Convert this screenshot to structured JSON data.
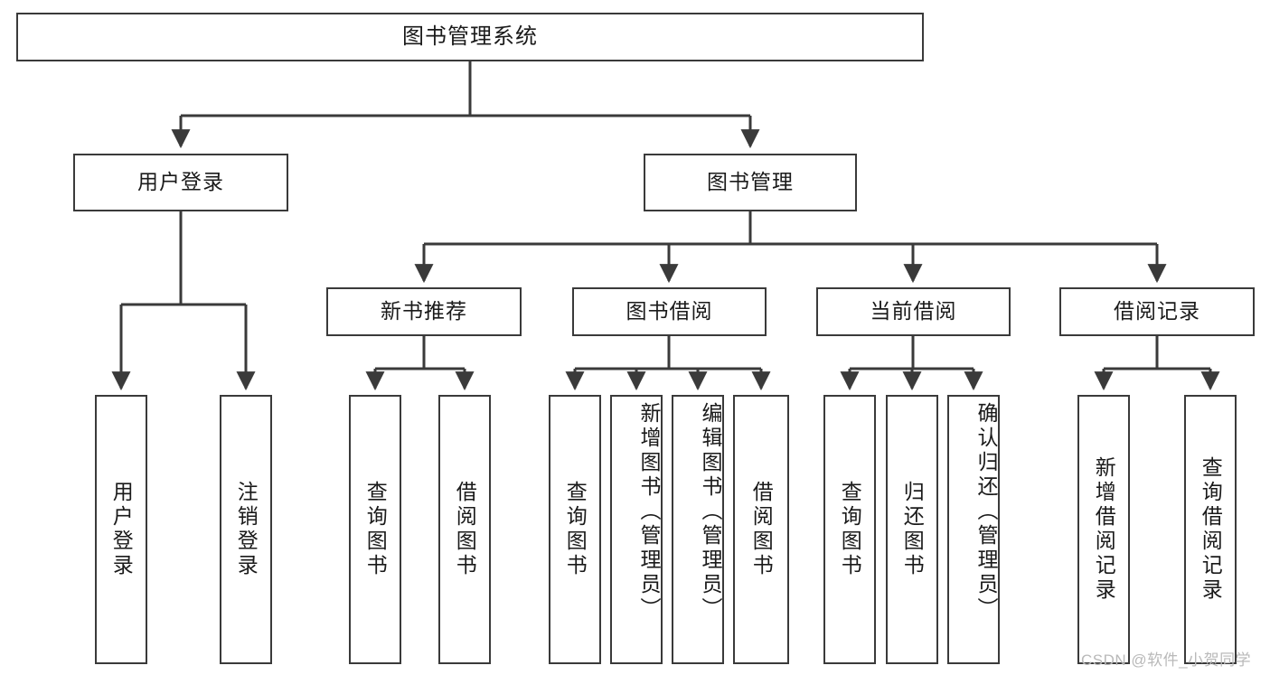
{
  "diagram": {
    "title": "图书管理系统",
    "type": "tree-hierarchy-chart",
    "watermark": "CSDN @软件_小贺同学",
    "colors": {
      "stroke": "#3a3a3a",
      "fill": "#ffffff",
      "text": "#1a1a1a",
      "watermark": "#b9b9b9"
    },
    "root": {
      "label": "图书管理系统"
    },
    "level2": [
      {
        "id": "user-login",
        "label": "用户登录"
      },
      {
        "id": "book-manage",
        "label": "图书管理"
      }
    ],
    "level3": [
      {
        "id": "new-book-recommend",
        "label": "新书推荐"
      },
      {
        "id": "book-borrow",
        "label": "图书借阅"
      },
      {
        "id": "current-borrow",
        "label": "当前借阅"
      },
      {
        "id": "borrow-record",
        "label": "借阅记录"
      }
    ],
    "leaves": [
      {
        "id": "leaf-user-login",
        "label": "用户登录",
        "parent": "user-login",
        "align": "center"
      },
      {
        "id": "leaf-logout-login",
        "label": "注销登录",
        "parent": "user-login",
        "align": "center"
      },
      {
        "id": "leaf-query-book-1",
        "label": "查询图书",
        "parent": "new-book-recommend",
        "align": "center"
      },
      {
        "id": "leaf-borrow-book-1",
        "label": "借阅图书",
        "parent": "new-book-recommend",
        "align": "center"
      },
      {
        "id": "leaf-query-book-2",
        "label": "查询图书",
        "parent": "book-borrow",
        "align": "center"
      },
      {
        "id": "leaf-add-book",
        "label": "新增图书（管理员）",
        "parent": "book-borrow",
        "align": "top"
      },
      {
        "id": "leaf-edit-book",
        "label": "编辑图书（管理员）",
        "parent": "book-borrow",
        "align": "top"
      },
      {
        "id": "leaf-borrow-book-2",
        "label": "借阅图书",
        "parent": "book-borrow",
        "align": "center"
      },
      {
        "id": "leaf-query-book-3",
        "label": "查询图书",
        "parent": "current-borrow",
        "align": "center"
      },
      {
        "id": "leaf-return-book",
        "label": "归还图书",
        "parent": "current-borrow",
        "align": "center"
      },
      {
        "id": "leaf-confirm-return",
        "label": "确认归还（管理员）",
        "parent": "current-borrow",
        "align": "top"
      },
      {
        "id": "leaf-add-record",
        "label": "新增借阅记录",
        "parent": "borrow-record",
        "align": "center"
      },
      {
        "id": "leaf-query-record",
        "label": "查询借阅记录",
        "parent": "borrow-record",
        "align": "center"
      }
    ]
  }
}
